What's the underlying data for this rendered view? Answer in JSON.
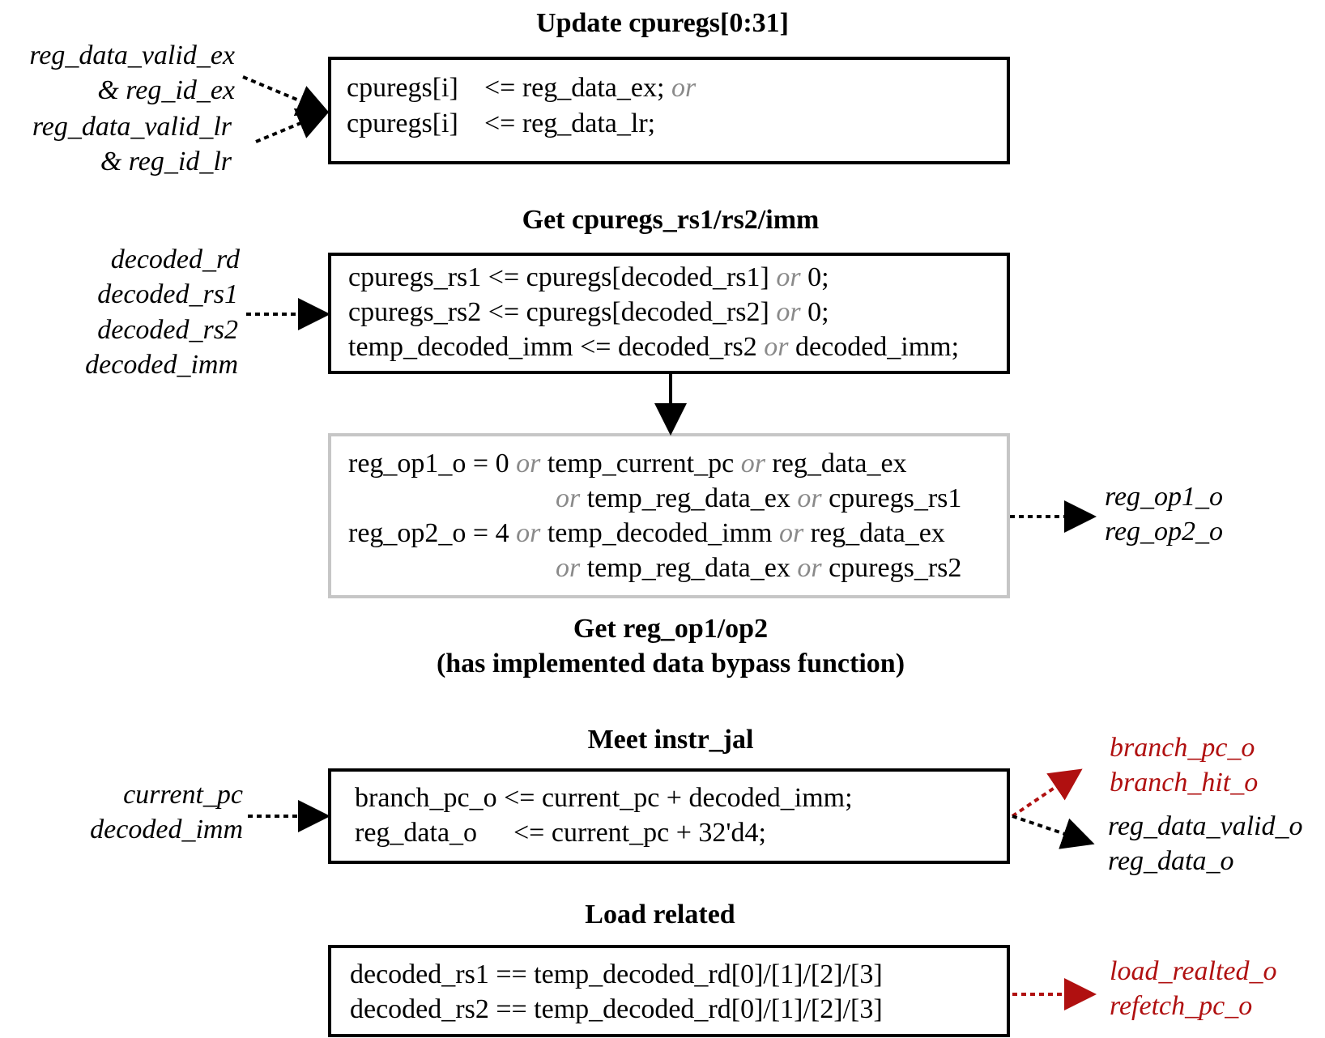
{
  "sections": {
    "update": {
      "title": "Update cpuregs[0:31]",
      "line1_a": "cpuregs[i]",
      "line1_b": "<= reg_data_ex;",
      "line1_or": "or",
      "line2_a": "cpuregs[i]",
      "line2_b": "<= reg_data_lr;",
      "inputs": [
        "reg_data_valid_ex",
        "& reg_id_ex",
        "reg_data_valid_lr",
        "& reg_id_lr"
      ]
    },
    "get_rs": {
      "title": "Get cpuregs_rs1/rs2/imm",
      "l1_a": "cpuregs_rs1 <= cpuregs[decoded_rs1]",
      "l1_or": "or",
      "l1_b": "0;",
      "l2_a": "cpuregs_rs2 <= cpuregs[decoded_rs2]",
      "l2_or": "or",
      "l2_b": "0;",
      "l3_a": "temp_decoded_imm <= decoded_rs2",
      "l3_or": "or",
      "l3_b": "decoded_imm;",
      "inputs": [
        "decoded_rd",
        "decoded_rs1",
        "decoded_rs2",
        "decoded_imm"
      ]
    },
    "get_op": {
      "title1": "Get reg_op1/op2",
      "title2": "(has implemented data bypass function)",
      "l1_a": "reg_op1_o  = 0",
      "l1_or1": "or",
      "l1_b": "temp_current_pc",
      "l1_or2": "or",
      "l1_c": "reg_data_ex",
      "l2_or1": "or",
      "l2_a": "temp_reg_data_ex",
      "l2_or2": "or",
      "l2_b": "cpuregs_rs1",
      "l3_a": "reg_op2_o = 4",
      "l3_or1": "or",
      "l3_b": "temp_decoded_imm",
      "l3_or2": "or",
      "l3_c": "reg_data_ex",
      "l4_or1": "or",
      "l4_a": "temp_reg_data_ex",
      "l4_or2": "or",
      "l4_b": "cpuregs_rs2",
      "outputs": [
        "reg_op1_o",
        "reg_op2_o"
      ]
    },
    "jal": {
      "title": "Meet instr_jal",
      "l1": "branch_pc_o <= current_pc + decoded_imm;",
      "l2_a": "reg_data_o",
      "l2_b": "<= current_pc + 32'd4;",
      "inputs": [
        "current_pc",
        "decoded_imm"
      ],
      "outputs_red": [
        "branch_pc_o",
        "branch_hit_o"
      ],
      "outputs_black": [
        "reg_data_valid_o",
        "reg_data_o"
      ]
    },
    "load": {
      "title": "Load related",
      "l1": "decoded_rs1 == temp_decoded_rd[0]/[1]/[2]/[3]",
      "l2": "decoded_rs2 == temp_decoded_rd[0]/[1]/[2]/[3]",
      "outputs_red": [
        "load_realted_o",
        "refetch_pc_o"
      ]
    }
  },
  "colors": {
    "red": "#b01010",
    "gray_border": "#c6c6c6",
    "or_text": "#8a8a8a"
  }
}
